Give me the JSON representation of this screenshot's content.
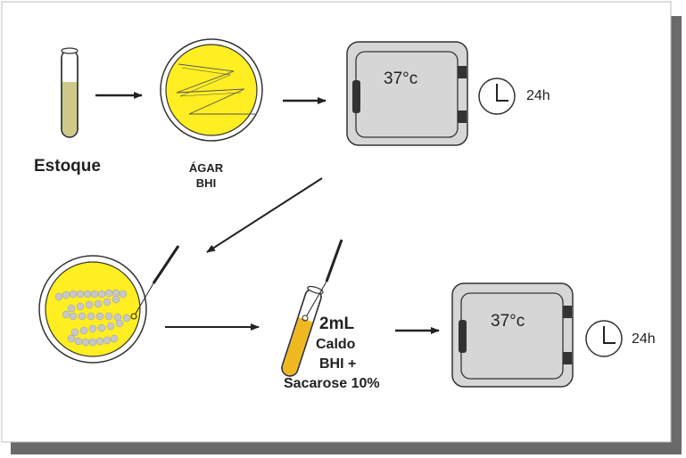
{
  "diagram": {
    "stock_label": "Estoque",
    "agar_label_line1": "ÁGAR",
    "agar_label_line2": "BHI",
    "incubator_temp_1": "37°c",
    "incubator_temp_2": "37°c",
    "incubation_time_1": "24h",
    "incubation_time_2": "24h",
    "broth_volume": "2mL",
    "broth_line1": "Caldo",
    "broth_line2": "BHI +",
    "broth_line3": "Sacarose 10%"
  },
  "colors": {
    "agar_yellow": "#ffee22",
    "stock_liquid": "#cfc98a",
    "broth_orange": "#f0b820",
    "incubator_gray": "#d6d6d6",
    "shadow": "#6a6a6a"
  },
  "icons": [
    "test-tube-icon",
    "petri-dish-icon",
    "incubator-icon",
    "clock-icon",
    "inoculation-loop-icon",
    "arrow-icon"
  ]
}
